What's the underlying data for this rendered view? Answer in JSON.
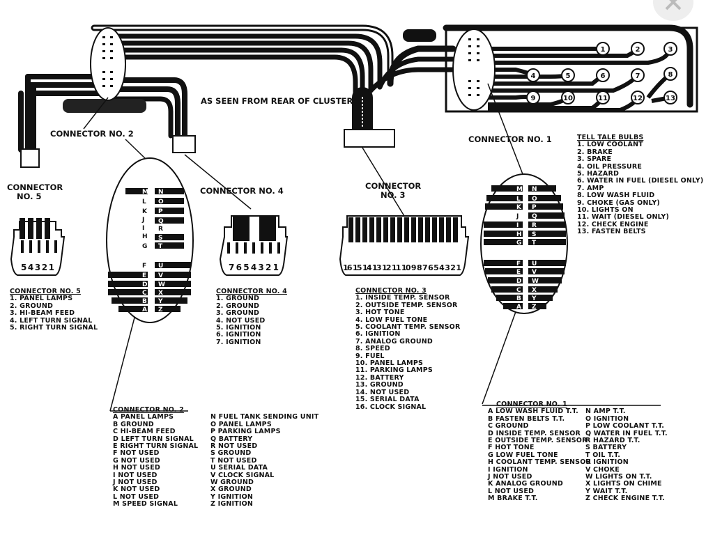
{
  "title": "AS SEEN FROM REAR OF CLUSTER",
  "labels": {
    "connector2": "CONNECTOR NO. 2",
    "connector4": "CONNECTOR NO. 4",
    "connector1": "CONNECTOR NO. 1",
    "connector3_a": "CONNECTOR",
    "connector3_b": "NO. 3",
    "connector5_a": "CONNECTOR",
    "connector5_b": "NO. 5"
  },
  "bulb_numbers": [
    "1",
    "2",
    "3",
    "4",
    "5",
    "6",
    "7",
    "8",
    "9",
    "10",
    "11",
    "12",
    "13"
  ],
  "pins": {
    "c5": "54321",
    "c4": "7654321",
    "c3": "16 15 14 13 12 11 10 9 8 7 6 5 4 3 2 1",
    "c2_left": [
      "M",
      "L",
      "K",
      "J",
      "I",
      "H",
      "G",
      "F",
      "E",
      "D",
      "C",
      "B",
      "A"
    ],
    "c2_right": [
      "N",
      "O",
      "P",
      "Q",
      "R",
      "S",
      "T",
      "U",
      "V",
      "W",
      "X",
      "Y",
      "Z"
    ],
    "c1_left": [
      "M",
      "L",
      "K",
      "J",
      "I",
      "H",
      "G",
      "F",
      "E",
      "D",
      "C",
      "B",
      "A"
    ],
    "c1_right": [
      "N",
      "O",
      "P",
      "Q",
      "R",
      "S",
      "T",
      "U",
      "V",
      "W",
      "X",
      "Y",
      "Z"
    ]
  },
  "tell_tale": {
    "title": "TELL TALE BULBS",
    "items": [
      "1.  LOW COOLANT",
      "2.  BRAKE",
      "3.  SPARE",
      "4.  OIL PRESSURE",
      "5.  HAZARD",
      "6.  WATER IN FUEL (DIESEL ONLY)",
      "7.  AMP",
      "8.  LOW WASH FLUID",
      "9.  CHOKE (GAS ONLY)",
      "10.  LIGHTS ON",
      "11.  WAIT (DIESEL ONLY)",
      "12.  CHECK ENGINE",
      "13.  FASTEN BELTS"
    ]
  },
  "legend5": {
    "title": "CONNECTOR NO. 5",
    "items": [
      "1.  PANEL LAMPS",
      "2.  GROUND",
      "3.  HI-BEAM FEED",
      "4.  LEFT TURN SIGNAL",
      "5.  RIGHT TURN SIGNAL"
    ]
  },
  "legend4": {
    "title": "CONNECTOR NO. 4",
    "items": [
      "1.  GROUND",
      "2.  GROUND",
      "3.  GROUND",
      "4.  NOT USED",
      "5.  IGNITION",
      "6.  IGNITION",
      "7.  IGNITION"
    ]
  },
  "legend3": {
    "title": "CONNECTOR NO. 3",
    "items": [
      "1.  INSIDE TEMP. SENSOR",
      "2.  OUTSIDE TEMP. SENSOR",
      "3.  HOT TONE",
      "4.  LOW FUEL TONE",
      "5.  COOLANT TEMP. SENSOR",
      "6.  IGNITION",
      "7.  ANALOG GROUND",
      "8.  SPEED",
      "9.  FUEL",
      "10.  PANEL LAMPS",
      "11.  PARKING LAMPS",
      "12.  BATTERY",
      "13.  GROUND",
      "14.  NOT USED",
      "15.  SERIAL DATA",
      "16.  CLOCK SIGNAL"
    ]
  },
  "legend2": {
    "title": "CONNECTOR NO. 2",
    "left": [
      "A  PANEL LAMPS",
      "B  GROUND",
      "C  HI-BEAM FEED",
      "D  LEFT TURN SIGNAL",
      "E  RIGHT TURN SIGNAL",
      "F  NOT USED",
      "G  NOT USED",
      "H  NOT USED",
      "I  NOT USED",
      "J  NOT USED",
      "K  NOT USED",
      "L  NOT USED",
      "M  SPEED SIGNAL"
    ],
    "right": [
      "N  FUEL TANK SENDING UNIT",
      "O  PANEL LAMPS",
      "P  PARKING LAMPS",
      "Q  BATTERY",
      "R  NOT USED",
      "S  GROUND",
      "T  NOT USED",
      "U  SERIAL DATA",
      "V  CLOCK SIGNAL",
      "W  GROUND",
      "X  GROUND",
      "Y  IGNITION",
      "Z  IGNITION"
    ]
  },
  "legend1": {
    "title": "CONNECTOR NO. 1",
    "left": [
      "A  LOW WASH FLUID T.T.",
      "B  FASTEN BELTS T.T.",
      "C  GROUND",
      "D  INSIDE TEMP. SENSOR",
      "E  OUTSIDE TEMP. SENSOR",
      "F  HOT TONE",
      "G  LOW FUEL TONE",
      "H  COOLANT TEMP. SENSOR",
      "I  IGNITION",
      "J  NOT USED",
      "K  ANALOG GROUND",
      "L  NOT USED",
      "M  BRAKE T.T."
    ],
    "right": [
      "N  AMP T.T.",
      "O  IGNITION",
      "P  LOW COOLANT T.T.",
      "Q  WATER IN FUEL T.T.",
      "R  HAZARD T.T.",
      "S  BATTERY",
      "T  OIL T.T.",
      "U  IGNITION",
      "V  CHOKE",
      "W  LIGHTS ON T.T.",
      "X  LIGHTS ON CHIME",
      "Y  WAIT T.T.",
      "Z  CHECK ENGINE T.T."
    ]
  }
}
